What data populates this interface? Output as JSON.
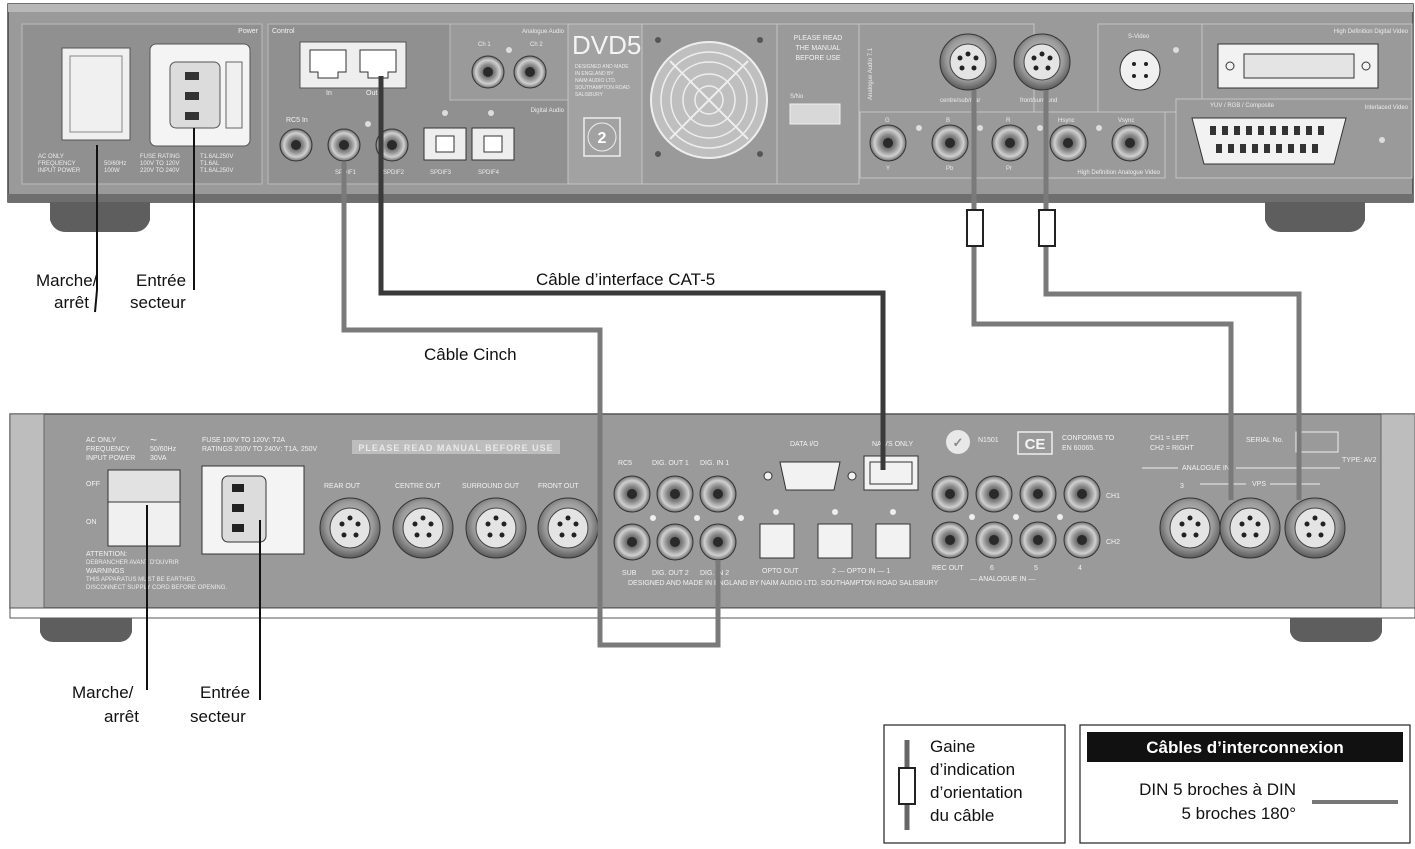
{
  "top_unit": {
    "sections": {
      "power": "Power",
      "control": "Control",
      "analogue_audio": "Analogue Audio",
      "digital_audio": "Digital Audio",
      "analogue_audio_71": "Analogue Audio 7.1",
      "s_video": "S-Video",
      "hd_digital_video": "High Definition Digital Video",
      "yuv_rgb": "YUV / RGB / Composite",
      "interlaced_video": "Interlaced Video",
      "hd_analogue_video": "High Definition Analogue Video"
    },
    "model": "DVD5",
    "model_small_print": [
      "DESIGNED AND MADE",
      "IN ENGLAND BY",
      "NAIM AUDIO LTD.",
      "SOUTHAMPTON ROAD",
      "SALISBURY"
    ],
    "please_read": [
      "PLEASE READ",
      "THE MANUAL",
      "BEFORE USE"
    ],
    "serial": "S/No",
    "region": "2",
    "ports": {
      "in": "In",
      "out": "Out",
      "ch1": "Ch 1",
      "ch2": "Ch 2",
      "rc5_in": "RC5 In",
      "spdif1": "SPDIF1",
      "spdif2": "SPDIF2",
      "spdif3": "SPDIF3",
      "spdif4": "SPDIF4",
      "centre_sub_rear": "centre/sub/rear",
      "front_sound": "front/surround",
      "y": "Y",
      "pb": "Pb",
      "pr": "Pr",
      "hsync": "Hsync",
      "vsync": "Vsync",
      "g": "G",
      "b": "B",
      "r": "R"
    },
    "power_text": [
      "AC ONLY",
      "FREQUENCY",
      "INPUT POWER"
    ],
    "power_text2": [
      "50/60Hz",
      "100W"
    ],
    "power_text3": [
      "FUSE RATING",
      "100V TO 120V",
      "220V TO 240V"
    ],
    "power_text4": [
      "T1.6AL250V",
      "T1.6AL",
      "T1.6AL250V"
    ]
  },
  "bottom_unit": {
    "ac_text": [
      "AC ONLY",
      "FREQUENCY",
      "INPUT POWER"
    ],
    "ac_values": [
      "50/60Hz",
      "30VA"
    ],
    "fuse_text": [
      "FUSE   100V TO 120V: T2A",
      "RATINGS  200V TO 240V: T1A, 250V"
    ],
    "banner": "PLEASE READ MANUAL BEFORE USE",
    "off": "OFF",
    "on": "ON",
    "attention": [
      "ATTENTION:",
      "DEBRANCHER AVANT D'OUVRIR",
      "WARNINGS",
      "THIS APPARATUS MUST BE EARTHED.",
      "DISCONNECT SUPPLY CORD BEFORE OPENING."
    ],
    "outputs": [
      "REAR OUT",
      "CENTRE OUT",
      "SURROUND OUT",
      "FRONT OUT"
    ],
    "digital_top": [
      "RC5",
      "DIG. OUT 1",
      "DIG. IN 1"
    ],
    "digital_bottom": [
      "SUB",
      "DIG. OUT 2",
      "DIG. IN 2"
    ],
    "data_io": "DATA I/O",
    "navs": "NA VS ONLY",
    "opto_out": "OPTO OUT",
    "opto_in": "2 — OPTO IN — 1",
    "rec_out": "REC OUT",
    "analogue_nums": [
      "6",
      "5",
      "4"
    ],
    "analogue_in": "— ANALOGUE IN —",
    "ch1": "CH1",
    "ch2": "CH2",
    "designed": "DESIGNED AND MADE IN ENGLAND BY NAIM AUDIO LTD. SOUTHAMPTON ROAD SALISBURY",
    "n_code": "N1501",
    "ce": "CE",
    "conforms": [
      "CONFORMS TO",
      "EN 60065."
    ],
    "ch_legend": [
      "CH1 = LEFT",
      "CH2 = RIGHT"
    ],
    "serial": "SERIAL No.",
    "type": "TYPE: AV2",
    "analogue_in_hdr": "ANALOGUE IN",
    "vps": "VPS",
    "din_num": "3"
  },
  "labels": {
    "top_power_switch": [
      "Marche/",
      "arrêt"
    ],
    "top_mains_in": [
      "Entrée",
      "secteur"
    ],
    "bottom_power_switch": [
      "Marche/",
      "arrêt"
    ],
    "bottom_mains_in": [
      "Entrée",
      "secteur"
    ],
    "cat5": "Câble d’interface CAT-5",
    "cinch": "Câble Cinch"
  },
  "legend_orientation": [
    "Gaine",
    "d’indication",
    "d’orientation",
    "du câble"
  ],
  "legend_cables": {
    "title": "Câbles d’interconnexion",
    "line1": "DIN 5 broches à DIN",
    "line2": "5 broches 180°"
  }
}
